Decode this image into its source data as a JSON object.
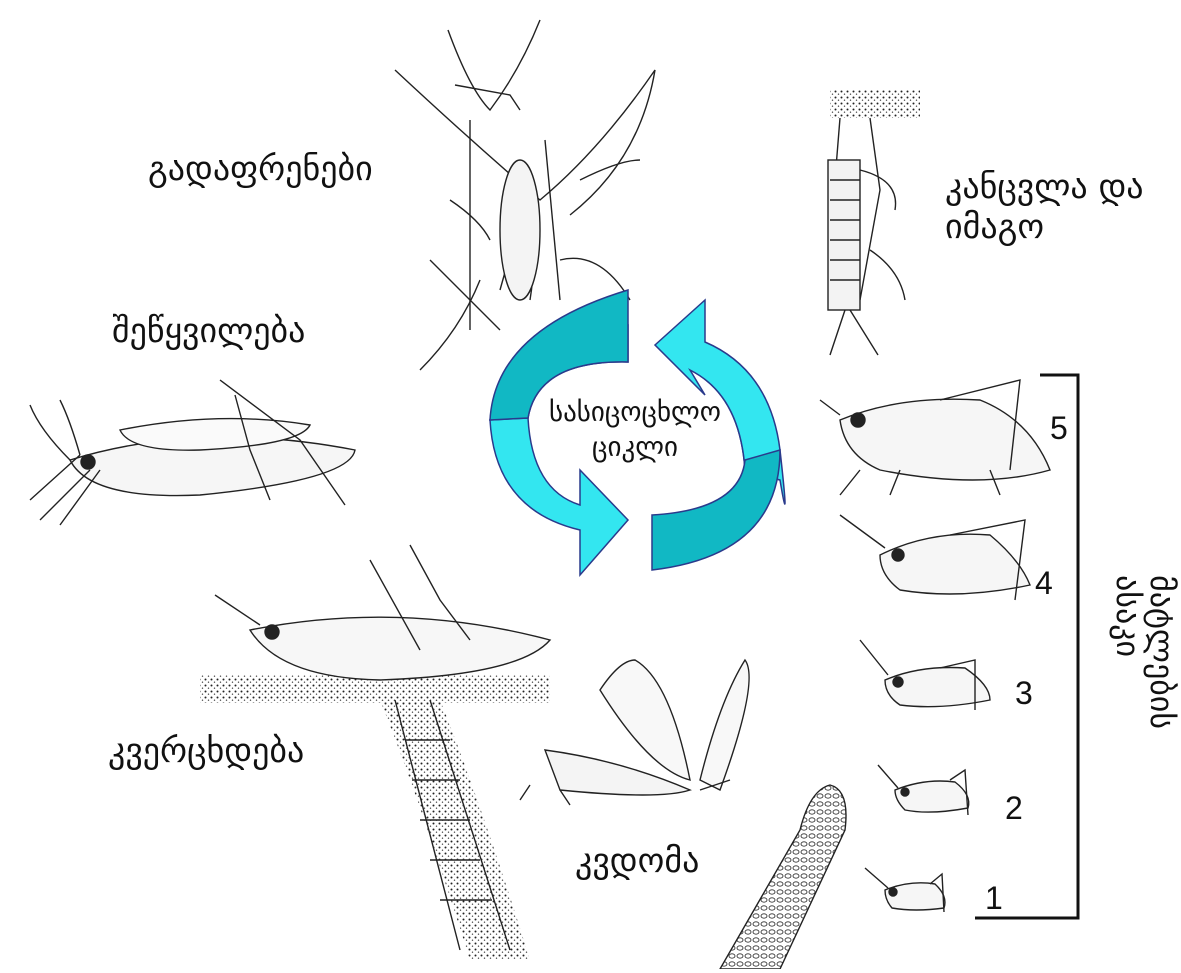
{
  "labels": {
    "flight": "გადაფრენები",
    "moult_line1": "კანცვლა და",
    "moult_line2": "იმაგო",
    "mating": "შეწყვილება",
    "egg_laying": "კვერცხდება",
    "hatching": "კვდომა",
    "center_line1": "სასიცოცხლო",
    "center_line2": "ციკლი",
    "instars_line1": "მატლების",
    "instars_line2": "ასაკი"
  },
  "instar_numbers": [
    "5",
    "4",
    "3",
    "2",
    "1"
  ],
  "colors": {
    "arrow_light": "#33e6f0",
    "arrow_dark": "#11b8c4",
    "arrow_stroke": "#2a3a8c",
    "ink": "#1a1a1a"
  }
}
